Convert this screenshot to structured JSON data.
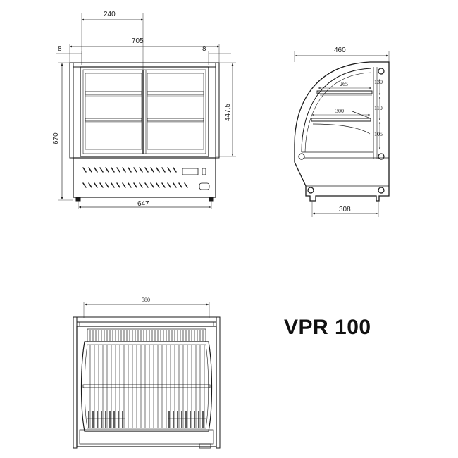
{
  "model": "VPR 100",
  "front_view": {
    "dims": {
      "inner_width": "240",
      "overall_width": "705",
      "side_left": "8",
      "side_right": "8",
      "glass_height": "447,5",
      "height": "670",
      "base_width": "647"
    }
  },
  "side_view": {
    "dims": {
      "depth": "460",
      "shelf_top": "265",
      "shelf_bottom": "300",
      "gap_top": "130",
      "gap_mid": "110",
      "gap_bottom": "105",
      "foot_span": "308"
    }
  },
  "back_view": {
    "dims": {
      "width": "580"
    }
  },
  "colors": {
    "line": "#1a1a1a",
    "dim_line": "#333333"
  }
}
